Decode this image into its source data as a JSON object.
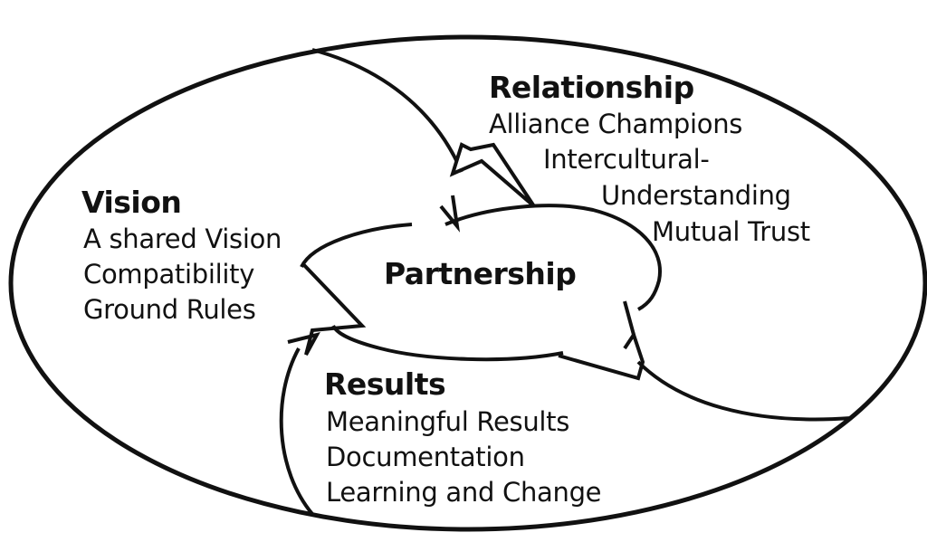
{
  "center": {
    "label": "Partnership"
  },
  "vision": {
    "heading": "Vision",
    "lines": [
      "A shared Vision",
      "Compatibility",
      "Ground Rules"
    ]
  },
  "relationship": {
    "heading": "Relationship",
    "lines": [
      "Alliance Champions",
      "Intercultural-",
      "Understanding",
      "Mutual Trust"
    ]
  },
  "results": {
    "heading": "Results",
    "lines": [
      "Meaningful Results",
      "Documentation",
      "Learning and Change"
    ]
  }
}
